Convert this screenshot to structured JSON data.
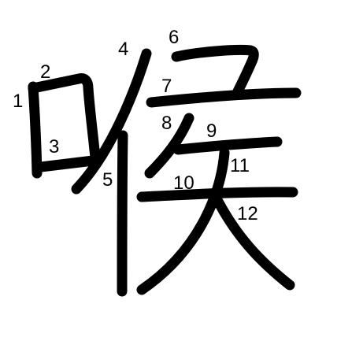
{
  "character": {
    "glyph": "喉",
    "stroke_count": 12,
    "ink_color": "#000000",
    "background_color": "#ffffff"
  },
  "stroke_numbers": [
    "1",
    "2",
    "3",
    "4",
    "5",
    "6",
    "7",
    "8",
    "9",
    "10",
    "11",
    "12"
  ]
}
